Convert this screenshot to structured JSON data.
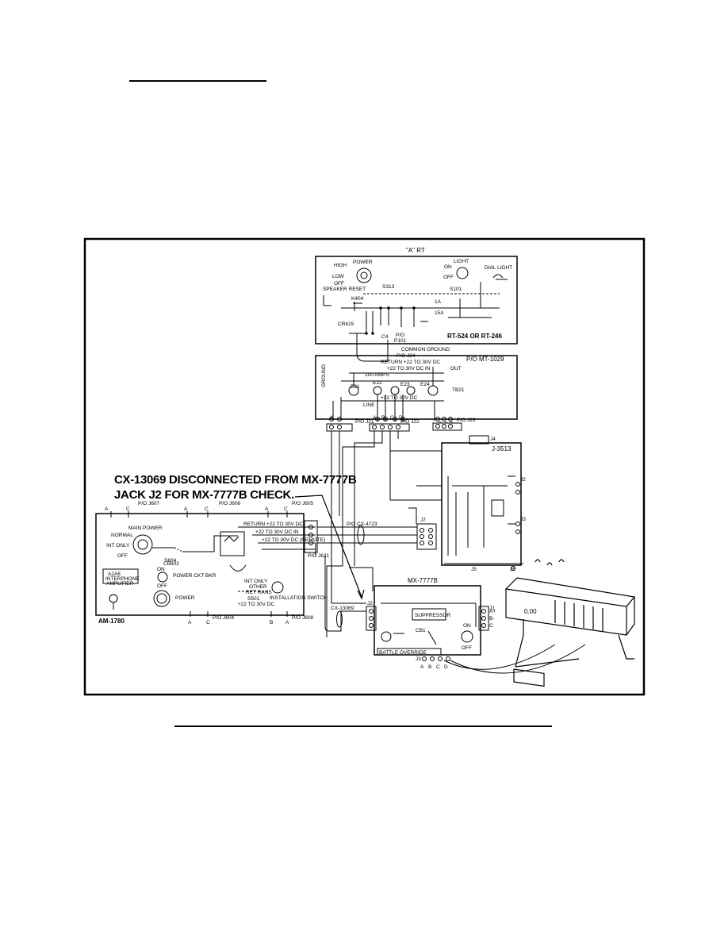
{
  "diagram": {
    "callout_line1": "CX-13069 DISCONNECTED FROM MX-7777B",
    "callout_line2": "JACK J2 FOR MX-7777B CHECK.",
    "rt": {
      "header": "\"A\" RT",
      "model": "RT-524 OR RT-246",
      "high": "HIGH",
      "power": "POWER",
      "low": "LOW",
      "off": "OFF",
      "speaker_reset": "SPEAKER RESET",
      "k404": "K404",
      "cr415": "CR415",
      "s313": "S313",
      "on": "ON",
      "light": "LIGHT",
      "off2": "OFF",
      "dial_light": "DIAL LIGHT",
      "s101": "S101",
      "one_a": "1A",
      "fifteen_a": "15A",
      "c4": "C4",
      "po": "P/O",
      "p101": "P101",
      "common_ground": "COMMON GROUND"
    },
    "mt": {
      "title": "P/O MT-1029",
      "po_j24": "P/O J24",
      "return": "RETURN +22 TO 30V DC",
      "out": "OUT",
      "in": "+22 TO 30V DC IN",
      "amps": "100 AMPS",
      "ground": "GROUND",
      "e21": "E21",
      "e22": "E22",
      "e23": "E23",
      "e24": "E24",
      "line": "LINE",
      "v22": "+22 TO 30V DC",
      "tb21": "TB21",
      "j21": "P/O J21",
      "j22": "P/O J22",
      "j23": "P/O J23",
      "a": "A",
      "b": "B",
      "c": "C",
      "d": "D"
    },
    "j3513": {
      "title": "J-3513",
      "j4": "J4",
      "j2": "J2",
      "j3": "J3",
      "j7": "J7",
      "j5": "J5",
      "j6": "J6"
    },
    "am": {
      "title": "AM-1780",
      "main_power": "MAIN POWER",
      "normal": "NORMAL",
      "int_only": "INT ONLY",
      "off": "OFF",
      "s604": "S604",
      "a2a6": "A2A6",
      "interphone": "INTERPHONE",
      "amplifier": "AMPLIFIER",
      "cb602": "CB602",
      "on": "ON",
      "off2": "OFF",
      "power_ckt_bkr": "POWER CKT BKR",
      "power": "POWER",
      "return": "RETURN +22 TO 30V DC",
      "in_v": "+22 TO 30V DC IN",
      "remote": "+22 TO 30V DC (REMOTE)",
      "int_only2": "INT ONLY",
      "other": "OTHER",
      "ret_rans": "RET RANS",
      "s501": "S501",
      "v30": "+22 TO 30V DC",
      "installation_switch": "INSTALLATION SWITCH",
      "j607": "P/O J607",
      "j606": "P/O J606",
      "j605": "P/O J605",
      "j621": "P/O J621",
      "j604": "P/O J604",
      "j608": "P/O J608"
    },
    "cx4723": "P/O CX-4723",
    "cx13069": "CX-13069",
    "mx": {
      "title": "MX-7777B",
      "suppressor": "SUPPRESSOR",
      "cb1": "CB1",
      "battle_override": "BATTLE OVERRIDE",
      "on": "ON",
      "off": "OFF",
      "j1": "J1",
      "j2": "J2",
      "j3": "J3",
      "a_plus": "A+",
      "b_minus": "B-",
      "c": "C"
    },
    "meter": {
      "display": "0.00"
    }
  }
}
